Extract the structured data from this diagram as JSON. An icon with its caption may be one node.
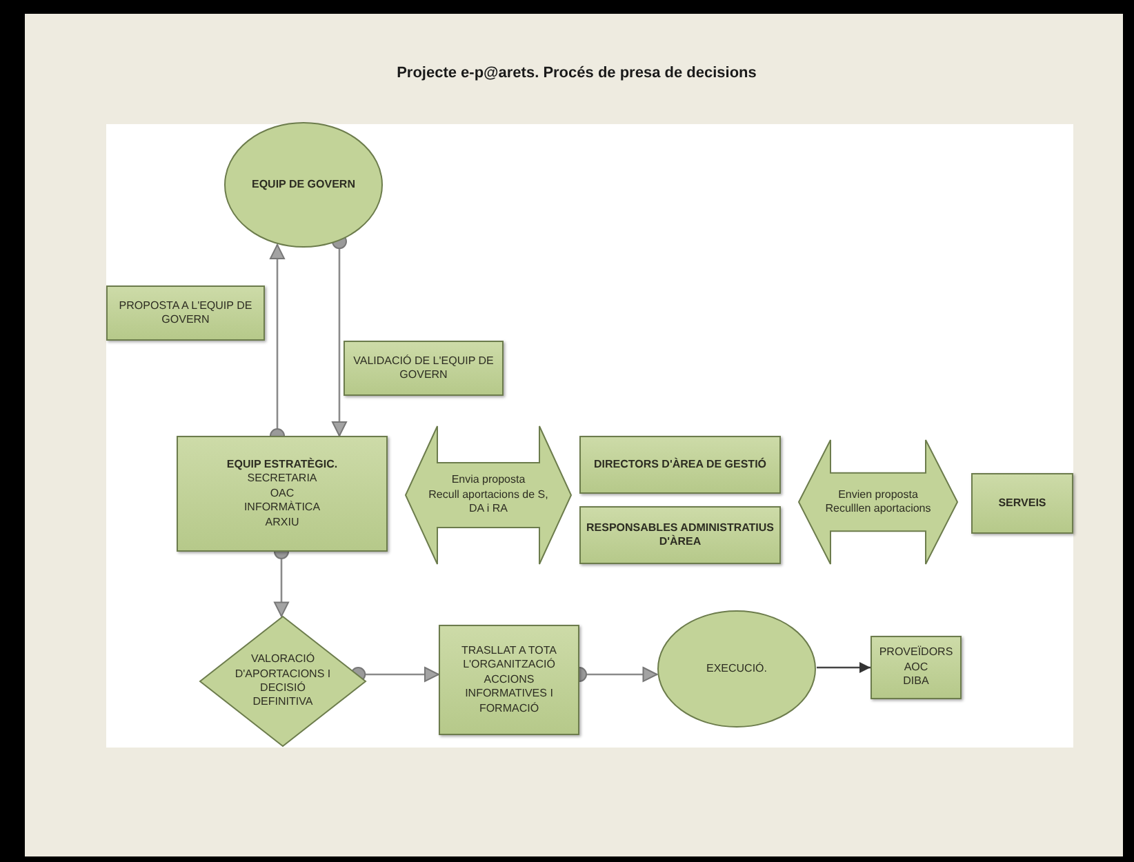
{
  "diagram": {
    "title": "Projecte e-p@arets. Procés de presa de decisions",
    "nodes": [
      {
        "text": [
          "EQUIP DE GOVERN"
        ]
      },
      {
        "text": [
          "PROPOSTA A L'EQUIP DE GOVERN"
        ]
      },
      {
        "text": [
          "VALIDACIÓ DE L'EQUIP DE GOVERN"
        ]
      },
      {
        "text": [
          "EQUIP ESTRATÈGIC.",
          "SECRETARIA",
          "OAC",
          "INFORMÀTICA",
          "ARXIU"
        ]
      },
      {
        "text": [
          "Envia proposta",
          "Recull aportacions de S, DA i RA"
        ]
      },
      {
        "text": [
          "DIRECTORS D'ÀREA DE GESTIÓ"
        ]
      },
      {
        "text": [
          "RESPONSABLES ADMINISTRATIUS D'ÀREA"
        ]
      },
      {
        "text": [
          "Envien proposta",
          "Reculllen aportacions"
        ]
      },
      {
        "text": [
          "SERVEIS"
        ]
      },
      {
        "text": [
          "VALORACIÓ D'APORTACIONS I DECISIÓ DEFINITIVA"
        ]
      },
      {
        "text": [
          "TRASLLAT A TOTA L'ORGANITZACIÓ ACCIONS INFORMATIVES I FORMACIÓ"
        ]
      },
      {
        "text": [
          "EXECUCIÓ."
        ]
      },
      {
        "text": [
          "PROVEÏDORS",
          "AOC",
          "DIBA"
        ]
      }
    ],
    "edges": [
      {
        "from": 3,
        "to": 0,
        "arrow": "to"
      },
      {
        "from": 0,
        "to": 3,
        "arrow": "to"
      },
      {
        "from": 3,
        "to": 9,
        "arrow": "to"
      },
      {
        "from": 9,
        "to": 10,
        "arrow": "to"
      },
      {
        "from": 10,
        "to": 11,
        "arrow": "to"
      },
      {
        "from": 11,
        "to": 12,
        "arrow": "to"
      }
    ]
  }
}
